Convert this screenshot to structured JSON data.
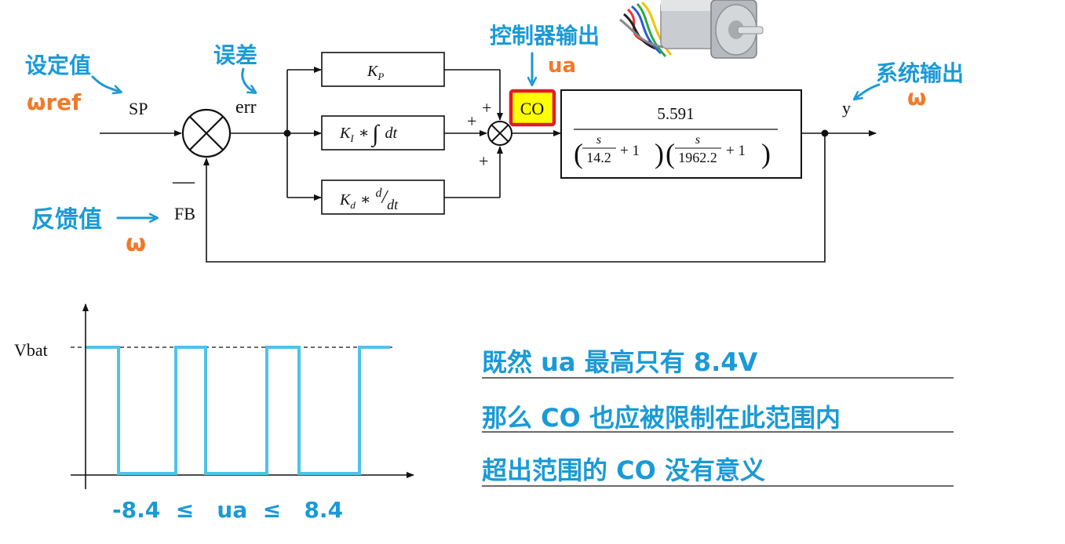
{
  "colors": {
    "line": "#111111",
    "annotation_blue": "#1a9ad6",
    "annotation_orange": "#f07a2a",
    "pwm": "#4fc3e8",
    "highlight_fill": "#ffff00",
    "highlight_border": "#e21b2c"
  },
  "block_diagram": {
    "sp_label": "SP",
    "err_label": "err",
    "fb_label": "FB",
    "fb_sign": "—",
    "y_label": "y",
    "co_label": "CO",
    "kp": {
      "K": "K",
      "sub": "P"
    },
    "ki": {
      "K": "K",
      "sub": "I",
      "op": "∗",
      "integral": "∫",
      "dt": "dt"
    },
    "kd": {
      "K": "K",
      "sub": "d",
      "op": "∗",
      "num": "d",
      "slash": "/",
      "den": "dt"
    },
    "sum_signs": {
      "top": "+",
      "left": "+",
      "bottom": "+"
    },
    "plant": {
      "numerator": "5.591",
      "f1_num": "s",
      "f1_den": "14.2",
      "f2_num": "s",
      "f2_den": "1962.2",
      "plus_one": "+ 1",
      "lparen": "(",
      "rparen": ")"
    }
  },
  "annotations": {
    "setpoint": "设定值",
    "setpoint_sym": "ωref",
    "error": "误差",
    "controller_output": "控制器输出",
    "controller_sym": "ua",
    "system_output": "系统输出",
    "system_sym": "ω",
    "feedback": "反馈值",
    "feedback_sym": "ω"
  },
  "pwm_chart": {
    "ylabel": "Vbat",
    "range_text": "-8.4  ≤   ua  ≤   8.4",
    "pwm_level_fractions": [
      1,
      0,
      1,
      0,
      1,
      0,
      1
    ]
  },
  "notes": [
    "既然 ua 最高只有 8.4V",
    "那么 CO 也应被限制在此范围内",
    "超出范围的 CO 没有意义"
  ]
}
